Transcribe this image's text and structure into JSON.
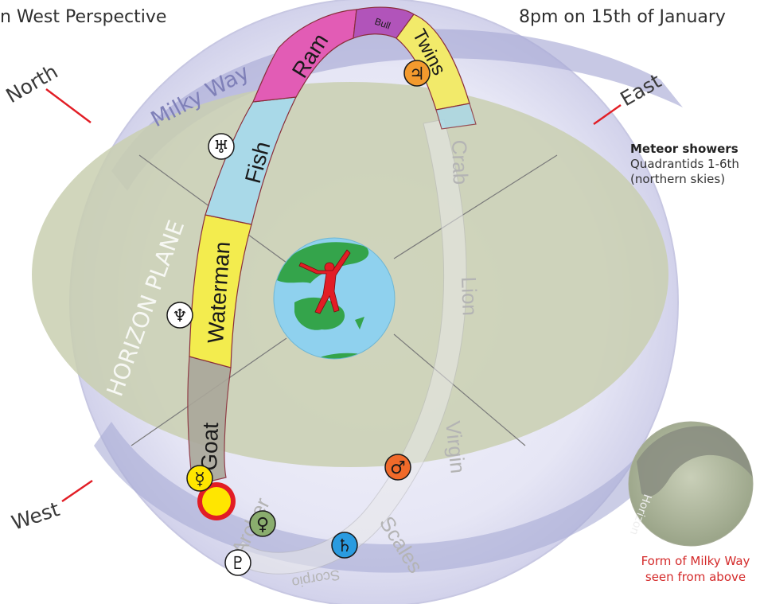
{
  "header": {
    "left_title": "n West Perspective",
    "right_title": "8pm on 15th of January"
  },
  "directions": {
    "north": "North",
    "east": "East",
    "west": "West"
  },
  "labels": {
    "milky_way": "Milky Way",
    "horizon_plane": "HORIZON PLANE"
  },
  "zodiac": {
    "front": [
      "Ram",
      "Bull",
      "Twins",
      "Fish",
      "Waterman",
      "Goat"
    ],
    "back": [
      "Crab",
      "Lion",
      "Virgin",
      "Scales",
      "Scorpio",
      "Archer"
    ]
  },
  "planets": {
    "jupiter": "♃",
    "uranus": "♅",
    "neptune": "♆",
    "mercury": "☿",
    "venus": "♀",
    "mars": "♂",
    "saturn": "♄",
    "pluto": "♇"
  },
  "meteor": {
    "title": "Meteor showers",
    "line1": "Quadrantids 1-6th",
    "line2": "(northern skies)"
  },
  "inset": {
    "label": "Horizon",
    "caption1": "Form of Milky Way",
    "caption2": "seen from above"
  },
  "colors": {
    "sky_blue": "#8fd1ee",
    "land_green": "#34a44b",
    "horizon_plane": "#c9cfb0",
    "sphere": "#e4e4f4",
    "milky_way": "#a9abd6",
    "ram": "#e25cb5",
    "bull": "#b154ba",
    "twins": "#f2ea6a",
    "fish": "#a9d9e8",
    "waterman": "#f3ec4e",
    "goat": "#aaa79a",
    "person": "#e21d25",
    "sun": "#ffe600",
    "caption_red": "#d42a2a"
  }
}
